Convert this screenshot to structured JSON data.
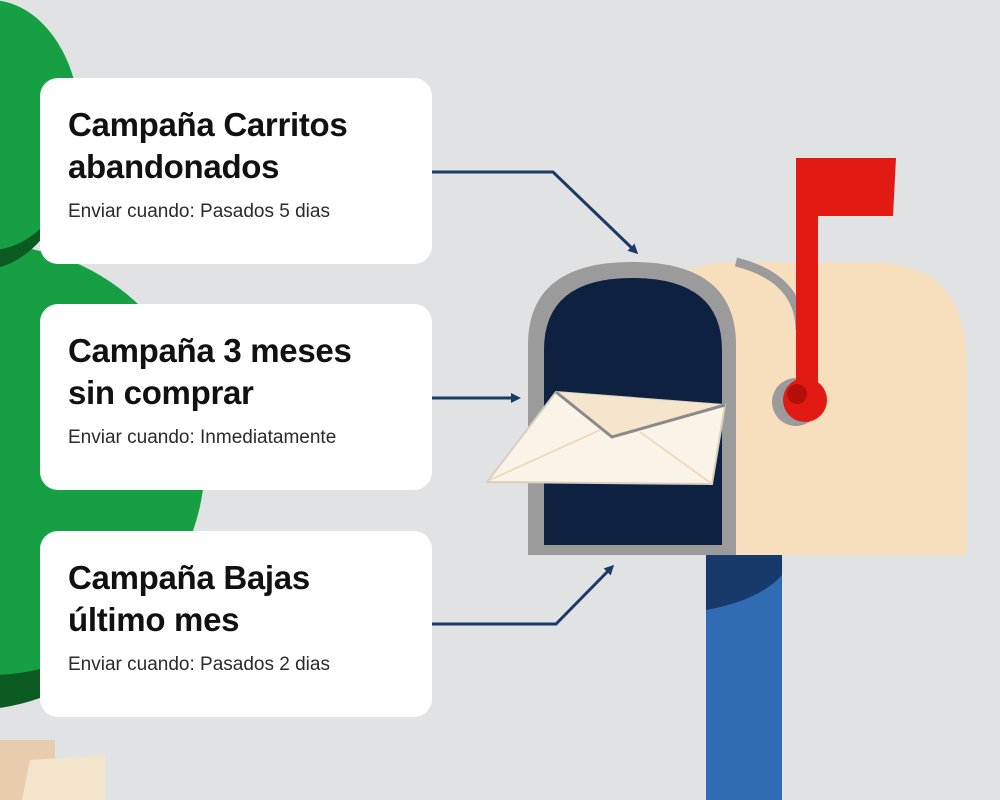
{
  "campaigns": [
    {
      "title_line1": "Campaña Carritos",
      "title_line2": "abandonados",
      "send_label": "Enviar cuando:",
      "send_value": "Pasados 5 dias"
    },
    {
      "title_line1": "Campaña 3 meses",
      "title_line2": "sin comprar",
      "send_label": "Enviar cuando:",
      "send_value": "Inmediatamente"
    },
    {
      "title_line1": "Campaña Bajas",
      "title_line2": "último mes",
      "send_label": "Enviar cuando:",
      "send_value": "Pasados 2 dias"
    }
  ],
  "colors": {
    "background": "#e1e2e3",
    "tree_green": "#17a043",
    "tree_dark": "#0a5a22",
    "mailbox_body": "#f7dfbd",
    "mailbox_rim": "#9b9b9b",
    "mailbox_opening": "#0f2140",
    "flag_red": "#e11a14",
    "post_blue": "#2f6cb4",
    "arrow_navy": "#1b3a66",
    "card_bg": "#ffffff"
  },
  "icons": [
    "mailbox-icon",
    "envelope-icon",
    "flag-icon",
    "tree-icon",
    "arrow-icon"
  ]
}
